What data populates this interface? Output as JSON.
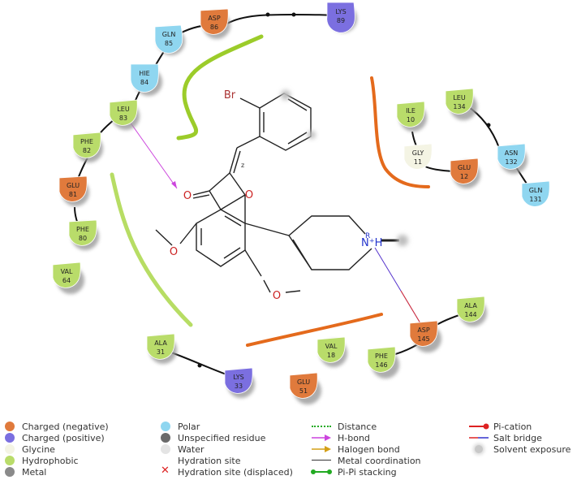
{
  "colors": {
    "charged_negative": "#e07a3c",
    "charged_positive": "#7b6fe0",
    "glycine": "#f4f4e4",
    "hydrophobic": "#b9dc6a",
    "metal": "#8a8a8a",
    "polar": "#8fd6f0",
    "unspecified": "#6a6a6a",
    "water": "#e4e4e4",
    "hbond": "#cc44dd",
    "salt_bridge": "#3333cc",
    "pocket_green": "#9ccc2a",
    "pocket_orange": "#e46a1c"
  },
  "residues": [
    {
      "name": "LYS",
      "num": "89",
      "type": "charged_positive"
    },
    {
      "name": "ASP",
      "num": "86",
      "type": "charged_negative"
    },
    {
      "name": "GLN",
      "num": "85",
      "type": "polar"
    },
    {
      "name": "HIE",
      "num": "84",
      "type": "polar"
    },
    {
      "name": "LEU",
      "num": "83",
      "type": "hydrophobic"
    },
    {
      "name": "PHE",
      "num": "82",
      "type": "hydrophobic"
    },
    {
      "name": "GLU",
      "num": "81",
      "type": "charged_negative"
    },
    {
      "name": "PHE",
      "num": "80",
      "type": "hydrophobic"
    },
    {
      "name": "VAL",
      "num": "64",
      "type": "hydrophobic"
    },
    {
      "name": "ILE",
      "num": "10",
      "type": "hydrophobic"
    },
    {
      "name": "GLY",
      "num": "11",
      "type": "glycine"
    },
    {
      "name": "GLU",
      "num": "12",
      "type": "charged_negative"
    },
    {
      "name": "LEU",
      "num": "134",
      "type": "hydrophobic"
    },
    {
      "name": "ASN",
      "num": "132",
      "type": "polar"
    },
    {
      "name": "GLN",
      "num": "131",
      "type": "polar"
    },
    {
      "name": "ALA",
      "num": "144",
      "type": "hydrophobic"
    },
    {
      "name": "ASP",
      "num": "145",
      "type": "charged_negative"
    },
    {
      "name": "PHE",
      "num": "146",
      "type": "hydrophobic"
    },
    {
      "name": "VAL",
      "num": "18",
      "type": "hydrophobic"
    },
    {
      "name": "ALA",
      "num": "31",
      "type": "hydrophobic"
    },
    {
      "name": "LYS",
      "num": "33",
      "type": "charged_positive"
    },
    {
      "name": "GLU",
      "num": "51",
      "type": "charged_negative"
    }
  ],
  "ligand": {
    "br": "Br",
    "o_carbonyl": "O",
    "o_ring": "O",
    "o_methoxy1": "O",
    "o_methoxy2": "O",
    "z_label": "z",
    "n_r": "R",
    "n_label": "N⁺H"
  },
  "legend": [
    {
      "label": "Charged (negative)",
      "kind": "dot",
      "color_key": "charged_negative"
    },
    {
      "label": "Charged (positive)",
      "kind": "dot",
      "color_key": "charged_positive"
    },
    {
      "label": "Glycine",
      "kind": "dot",
      "color_key": "glycine"
    },
    {
      "label": "Hydrophobic",
      "kind": "dot",
      "color_key": "hydrophobic"
    },
    {
      "label": "Metal",
      "kind": "dot",
      "color_key": "metal"
    },
    {
      "label": "Polar",
      "kind": "dot",
      "color_key": "polar"
    },
    {
      "label": "Unspecified residue",
      "kind": "dot",
      "color_key": "unspecified"
    },
    {
      "label": "Water",
      "kind": "dot",
      "color_key": "water"
    },
    {
      "label": "Hydration site",
      "kind": "blank"
    },
    {
      "label": "Hydration site (displaced)",
      "kind": "cross"
    },
    {
      "label": "Distance",
      "kind": "dashed"
    },
    {
      "label": "H-bond",
      "kind": "arrow-magenta"
    },
    {
      "label": "Halogen bond",
      "kind": "arrow-gold"
    },
    {
      "label": "Metal coordination",
      "kind": "line-dark"
    },
    {
      "label": "Pi-Pi stacking",
      "kind": "pipi"
    },
    {
      "label": "Pi-cation",
      "kind": "pication"
    },
    {
      "label": "Salt bridge",
      "kind": "saltbridge"
    },
    {
      "label": "Solvent exposure",
      "kind": "solvent"
    }
  ]
}
